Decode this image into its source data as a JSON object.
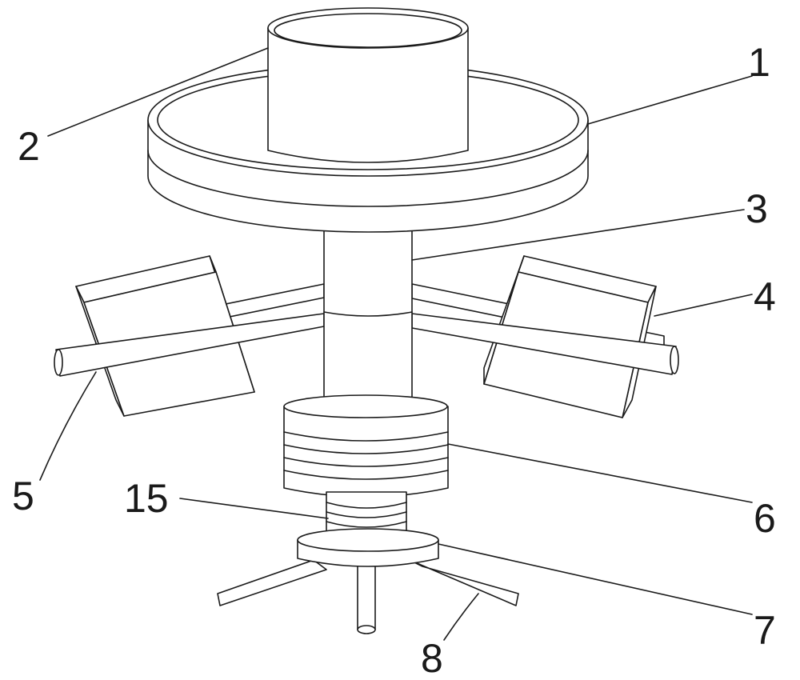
{
  "diagram": {
    "line_color": "#1a1a1a",
    "background": "#ffffff",
    "callouts": [
      {
        "key": "c1",
        "label": "1"
      },
      {
        "key": "c2",
        "label": "2"
      },
      {
        "key": "c3",
        "label": "3"
      },
      {
        "key": "c4",
        "label": "4"
      },
      {
        "key": "c5",
        "label": "5"
      },
      {
        "key": "c6",
        "label": "6"
      },
      {
        "key": "c7",
        "label": "7"
      },
      {
        "key": "c8",
        "label": "8"
      },
      {
        "key": "c15",
        "label": "15"
      }
    ]
  }
}
